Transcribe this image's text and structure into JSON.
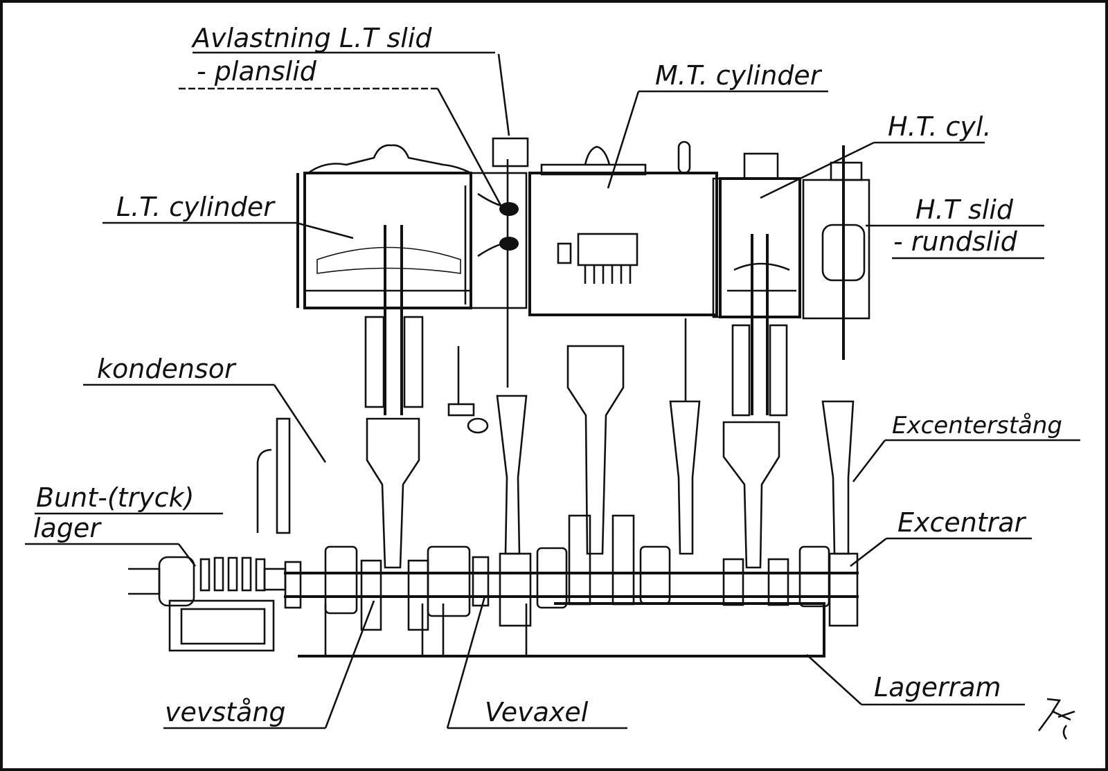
{
  "diagram": {
    "labels": {
      "avlastning": "Avlastning L.T slid",
      "planslid": "- planslid",
      "mt_cylinder": "M.T. cylinder",
      "ht_cyl": "H.T. cyl.",
      "lt_cylinder": "L.T. cylinder",
      "ht_slid": "H.T slid",
      "rundslid": "- rundslid",
      "kondensor": "kondensor",
      "excenterstang": "Excenterstång",
      "bunt_tryck": "Bunt-(tryck)",
      "lager": "lager",
      "excentrar": "Excentrar",
      "vevstang": "vevstång",
      "vevaxel": "Vevaxel",
      "lagerram": "Lagerram"
    },
    "colors": {
      "ink": "#111111",
      "paper": "#ffffff"
    }
  }
}
